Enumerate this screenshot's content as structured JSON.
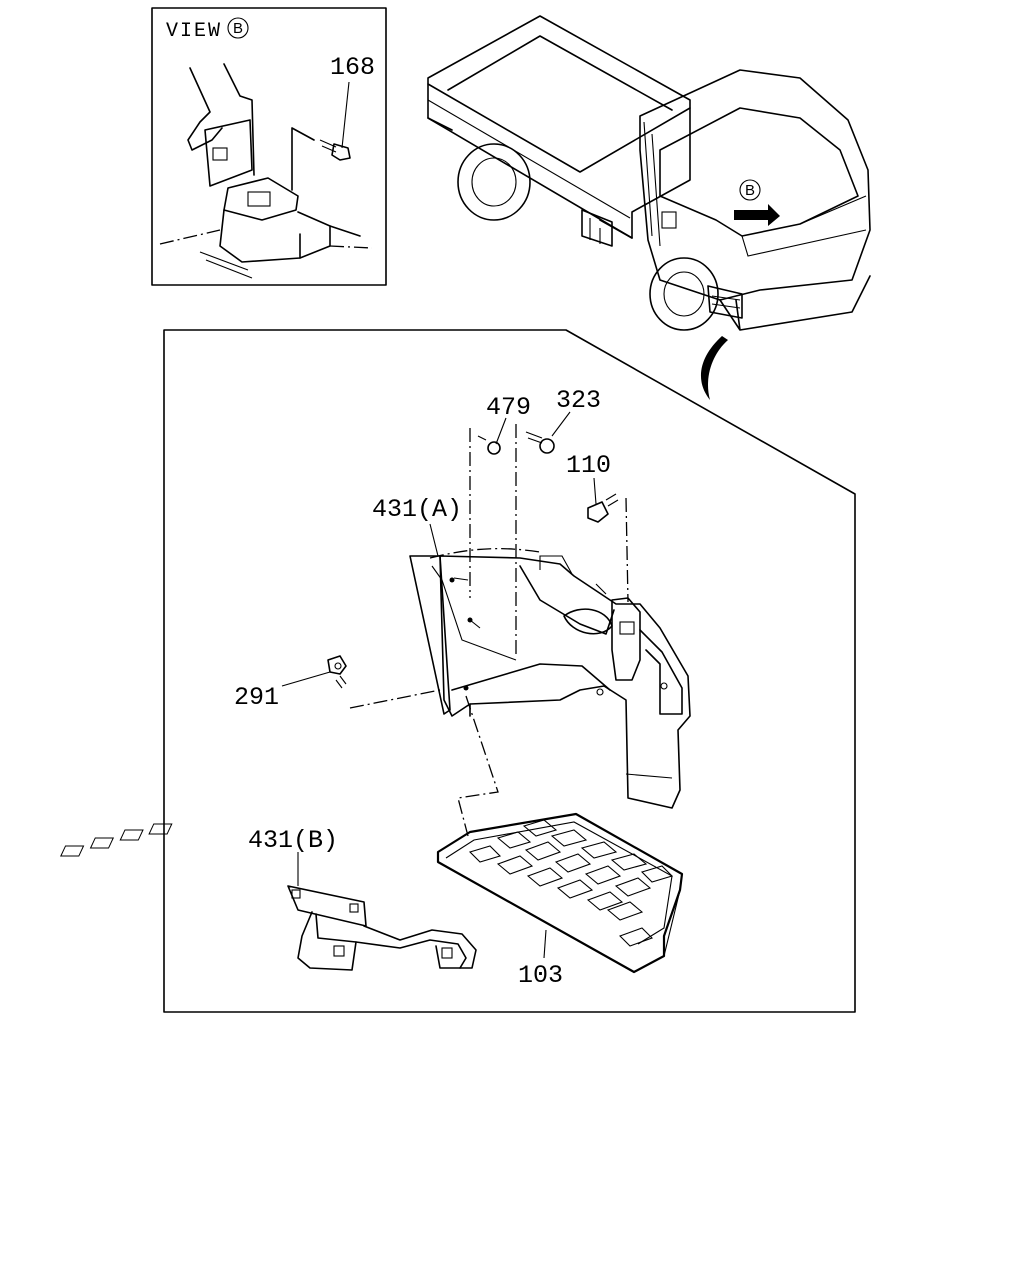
{
  "view_label": "VIEW",
  "view_ref": "B",
  "truck_ref": "B",
  "callouts": {
    "p168": "168",
    "p479": "479",
    "p323": "323",
    "p110": "110",
    "p431a": "431(A)",
    "p291": "291",
    "p431b": "431(B)",
    "p103": "103"
  }
}
